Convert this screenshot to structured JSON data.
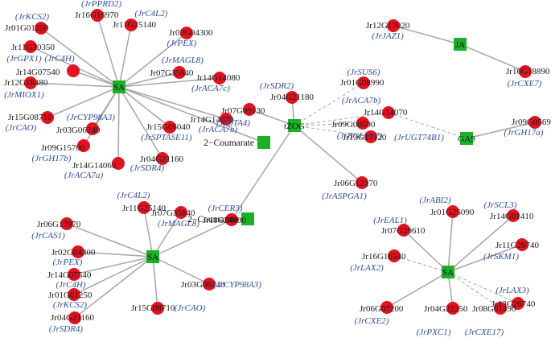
{
  "colors": {
    "gene_node": "#e3121f",
    "hub_node": "#1bb028",
    "edge": "#a6a6a6",
    "gene_label": "#2d4a9c",
    "id_label": "#1a1a1a"
  },
  "networks": [
    {
      "name": "top-left",
      "hubs": [
        {
          "key": "SA1",
          "label": "SA"
        },
        {
          "key": "CM1",
          "label": "2−Coumarate"
        }
      ],
      "genes": [
        {
          "key": "g1",
          "id": "Jr16G16970",
          "gene": "JrPPRD2"
        },
        {
          "key": "g2",
          "id": "Jr01G01250",
          "gene": "JrKCS2"
        },
        {
          "key": "g3",
          "id": "Jr11G25140",
          "gene": "JrC4L2"
        },
        {
          "key": "g4",
          "id": "Jr02G04300",
          "gene": "JrPEX"
        },
        {
          "key": "g5",
          "id": "Jr11G30350",
          "gene": "JrGPX1"
        },
        {
          "key": "g6",
          "id": "Jr14G07540",
          "gene": "JrC4H"
        },
        {
          "key": "g7",
          "id": "Jr07G35840",
          "gene": "JrMAGL8"
        },
        {
          "key": "g8",
          "id": "Jr12G18480",
          "gene": "JrMIOX1"
        },
        {
          "key": "g9",
          "id": "Jr14G14080",
          "gene": "JrACA7c"
        },
        {
          "key": "g10",
          "id": "Jr15G08710",
          "gene": "JrCAO"
        },
        {
          "key": "g11",
          "id": "Jr03G06240",
          "gene": "JrCYP98A3"
        },
        {
          "key": "g12",
          "id": "Jr15G06040",
          "gene": "JrSPTASE11"
        },
        {
          "key": "g13",
          "id": "Jr14G14070",
          "gene": "JrACA7b"
        },
        {
          "key": "g14",
          "id": "Jr09G15700",
          "gene": "JrGH17b"
        },
        {
          "key": "g15",
          "id": "Jr14G14060",
          "gene": "JrACA7a"
        },
        {
          "key": "g16",
          "id": "Jr04G21160",
          "gene": "JrSDR4"
        }
      ]
    },
    {
      "name": "center",
      "hubs": [
        {
          "key": "tZOG",
          "label": "tZOG"
        }
      ],
      "genes": [
        {
          "key": "c1",
          "id": "Jr04G21180",
          "gene": "JrSDR2"
        },
        {
          "key": "c2",
          "id": "Jr07G09130",
          "gene": "JrDTA4"
        },
        {
          "key": "c3",
          "id": "Jr01G08990",
          "gene": "JrSUS6"
        },
        {
          "key": "c4",
          "id": "Jr09G00590",
          "gene": "JrBGLU17"
        },
        {
          "key": "c5",
          "id": "Jr13G17120",
          "gene": "JrUGT74B1"
        },
        {
          "key": "c6",
          "id": "Jr06G12170",
          "gene": "JrASPGA1"
        }
      ]
    },
    {
      "name": "top-right",
      "hubs": [
        {
          "key": "JA",
          "label": "JA"
        },
        {
          "key": "GA9",
          "label": "GA9"
        }
      ],
      "genes": [
        {
          "key": "r1",
          "id": "Jr12G17020",
          "gene": "JrJAZ1"
        },
        {
          "key": "r2",
          "id": "Jr16G18890",
          "gene": "JrCXE7"
        },
        {
          "key": "r3",
          "id": "Jr14G14070",
          "gene": "JrACA7b"
        },
        {
          "key": "r4",
          "id": "Jr09G05690",
          "gene": "JrGH17a"
        }
      ]
    },
    {
      "name": "bottom-left",
      "hubs": [
        {
          "key": "SA2",
          "label": "SA"
        },
        {
          "key": "CM2",
          "label": "2−Coumarate"
        }
      ],
      "genes": [
        {
          "key": "b1",
          "id": "Jr11G25140",
          "gene": "JrC4L2"
        },
        {
          "key": "b2",
          "id": "Jr07G35840",
          "gene": "JrMAGL8"
        },
        {
          "key": "b3",
          "id": "Jr06G17970",
          "gene": "JrCAS1"
        },
        {
          "key": "b4",
          "id": "Jr02G04300",
          "gene": "JrPEX"
        },
        {
          "key": "b5",
          "id": "Jr14G07540",
          "gene": "JrC4H"
        },
        {
          "key": "b6",
          "id": "Jr03G06240",
          "gene": "JrCYP98A3"
        },
        {
          "key": "b7",
          "id": "Jr01G01250",
          "gene": "JrKCS2"
        },
        {
          "key": "b8",
          "id": "Jr15G08710",
          "gene": "JrCAO"
        },
        {
          "key": "b9",
          "id": "Jr04G21160",
          "gene": "JrSDR4"
        },
        {
          "key": "b10",
          "id": "Jr11G24600",
          "gene": "JrCER3"
        }
      ]
    },
    {
      "name": "bottom-right",
      "hubs": [
        {
          "key": "SA3",
          "label": "SA"
        }
      ],
      "genes": [
        {
          "key": "d1",
          "id": "Jr01G26090",
          "gene": "JrABI2"
        },
        {
          "key": "d2",
          "id": "Jr14G01410",
          "gene": "JrSCL3"
        },
        {
          "key": "d3",
          "id": "Jr07G20610",
          "gene": "JrEAL1"
        },
        {
          "key": "d4",
          "id": "Jr11G26740",
          "gene": "JrSKM1"
        },
        {
          "key": "d5",
          "id": "Jr16G16540",
          "gene": "JrLAX2"
        },
        {
          "key": "d6",
          "id": "Jr13G26740",
          "gene": "JrLAX3"
        },
        {
          "key": "d7",
          "id": "Jr06G07200",
          "gene": "JrCXE2"
        },
        {
          "key": "d8",
          "id": "Jr04G22250",
          "gene": "JrPXC1"
        },
        {
          "key": "d9",
          "id": "Jr08G01490",
          "gene": "JrCXE17"
        }
      ]
    }
  ]
}
